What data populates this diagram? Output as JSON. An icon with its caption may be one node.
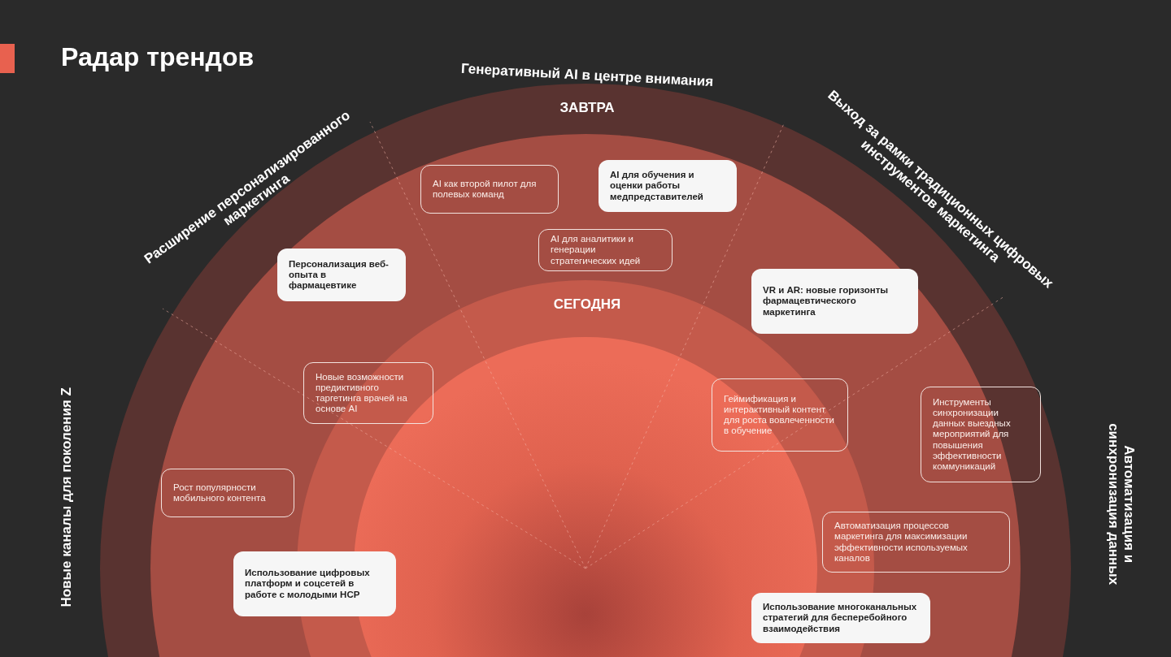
{
  "diagram": {
    "title": "Радар трендов",
    "nodes": [
      {
        "text": [
          "AI как второй пилот для полевых команд"
        ]
      },
      {
        "text": [
          "AI для обучения и оценки работы медпредставителей"
        ]
      },
      {
        "text": [
          "AI для аналитики и генерации стратегических идей"
        ]
      },
      {
        "text": [
          "Персонализация веб-опыта в фармацевтике"
        ]
      },
      {
        "text": [
          "VR и AR: новые горизонты фармацевтического маркетинга"
        ]
      },
      {
        "text": [
          "Новые возможности предиктивного таргетинга врачей на основе AI"
        ]
      },
      {
        "text": [
          "Геймификация и интерактивный контент для роста вовлеченности в обучение"
        ]
      },
      {
        "text": [
          "Инструменты синхронизации данных выездных мероприятий для повышения эффективности коммуникаций"
        ]
      },
      {
        "text": [
          "Рост популярности мобильного контента"
        ]
      },
      {
        "text": [
          "Автоматизация процессов маркетинга для максимизации эффективности используемых каналов"
        ]
      },
      {
        "text": [
          "Использование цифровых платформ и соцсетей в работе с молодыми HCP"
        ]
      },
      {
        "text": [
          "Использование многоканальных стратегий для бесперебойного взаимодействия"
        ]
      }
    ],
    "labels": [
      "Генеративный AI в центре внимания",
      "Расширение персонализированного маркетинга",
      "Выход за рамки традиционных цифровых инструментов маркетинга",
      "ЗАВТРА",
      "СЕГОДНЯ",
      "Новые каналы для поколения Z",
      "Автоматизация и синхронизация данных"
    ]
  }
}
